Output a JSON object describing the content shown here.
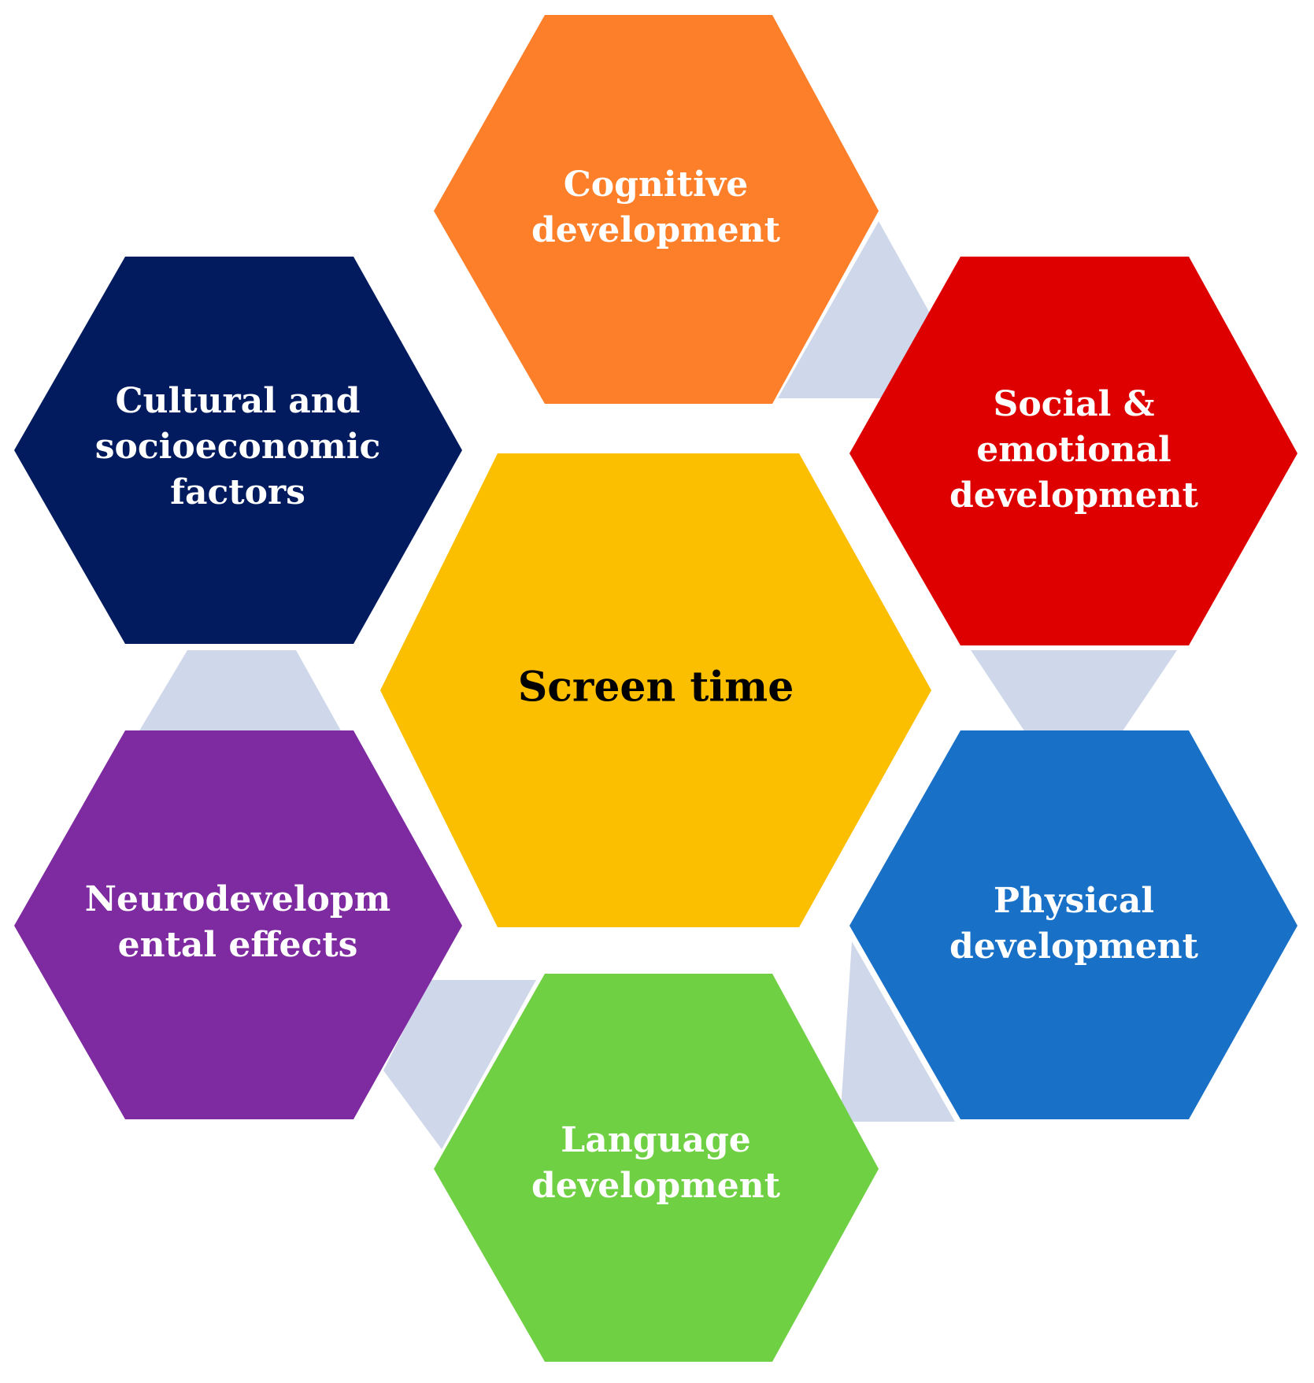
{
  "colors": {
    "connector": "#cfd7ea",
    "center": "#fcbf00",
    "cognitive": "#fe7f2a",
    "social": "#de0000",
    "physical": "#1870c7",
    "language": "#6fd043",
    "neuro": "#7e2aa0",
    "cultural": "#011b5e"
  },
  "center": {
    "label": "Screen time"
  },
  "nodes": [
    {
      "id": "cognitive",
      "lines": [
        "Cognitive",
        "development"
      ]
    },
    {
      "id": "social",
      "lines": [
        "Social &",
        "emotional",
        "development"
      ]
    },
    {
      "id": "physical",
      "lines": [
        "Physical",
        "development"
      ]
    },
    {
      "id": "language",
      "lines": [
        "Language",
        "development"
      ]
    },
    {
      "id": "neuro",
      "lines": [
        "Neurodevelopm",
        "ental effects"
      ]
    },
    {
      "id": "cultural",
      "lines": [
        "Cultural and",
        "socioeconomic",
        "factors"
      ]
    }
  ]
}
